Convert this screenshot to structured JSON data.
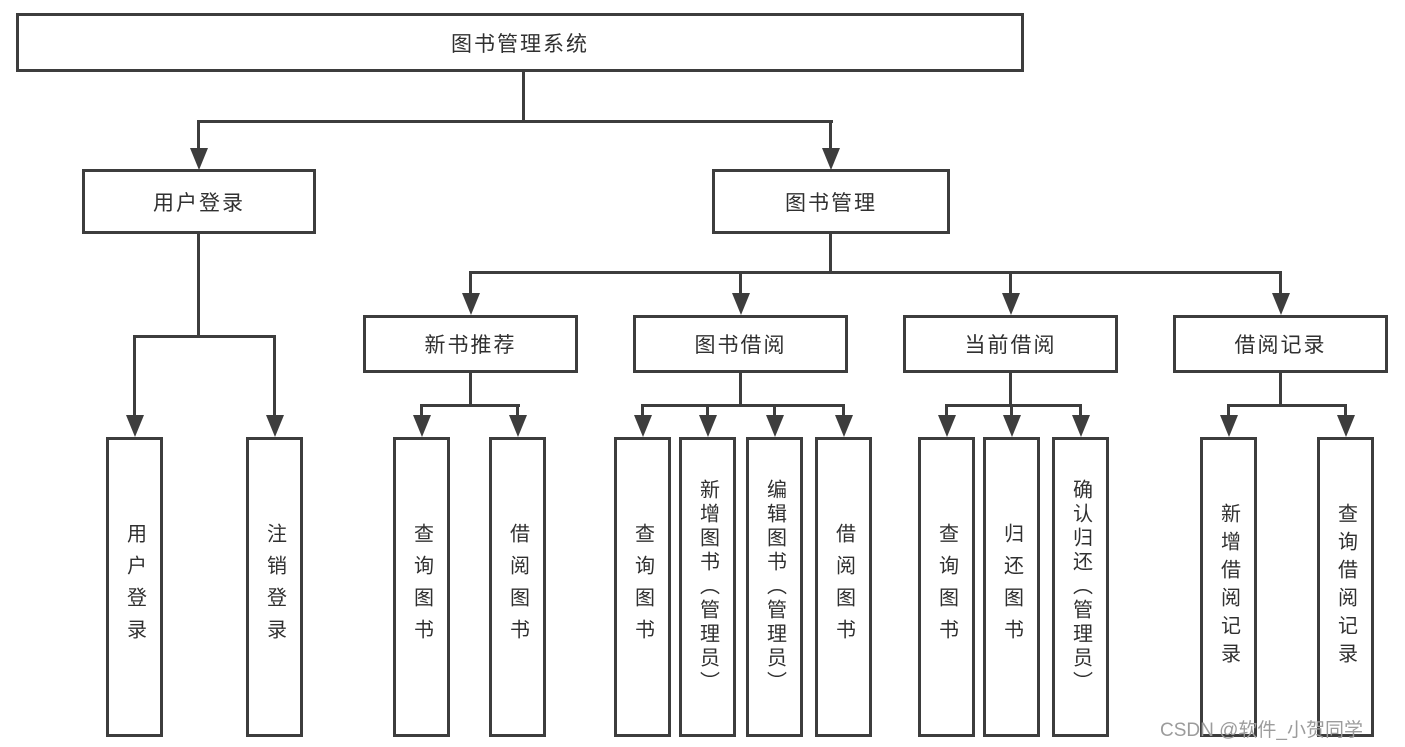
{
  "diagram": {
    "root": {
      "label": "图书管理系统"
    },
    "branches": [
      {
        "label": "用户登录",
        "children": [
          {
            "label": "用户登录"
          },
          {
            "label": "注销登录"
          }
        ]
      },
      {
        "label": "图书管理",
        "children": [
          {
            "label": "新书推荐",
            "children": [
              {
                "label": "查询图书"
              },
              {
                "label": "借阅图书"
              }
            ]
          },
          {
            "label": "图书借阅",
            "children": [
              {
                "label": "查询图书"
              },
              {
                "label": "新增图书（管理员）"
              },
              {
                "label": "编辑图书（管理员）"
              },
              {
                "label": "借阅图书"
              }
            ]
          },
          {
            "label": "当前借阅",
            "children": [
              {
                "label": "查询图书"
              },
              {
                "label": "归还图书"
              },
              {
                "label": "确认归还（管理员）"
              }
            ]
          },
          {
            "label": "借阅记录",
            "children": [
              {
                "label": "新增借阅记录"
              },
              {
                "label": "查询借阅记录"
              }
            ]
          }
        ]
      }
    ]
  },
  "watermark": {
    "text": "CSDN @软件_小贺同学"
  },
  "colors": {
    "line": "#3d3d3d",
    "text": "#303030",
    "background": "#ffffff",
    "watermark": "#9c9c9c"
  }
}
